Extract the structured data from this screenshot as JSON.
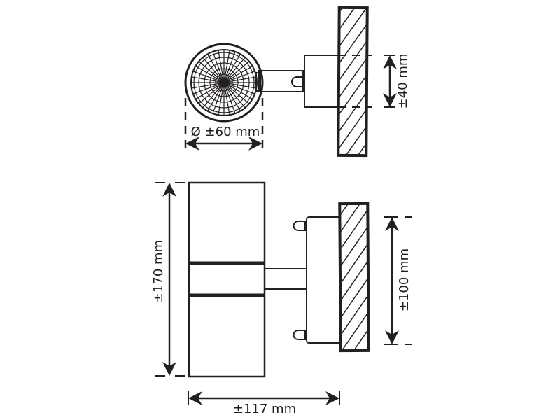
{
  "diagram": {
    "stroke_color": "#231f20",
    "background": "#ffffff",
    "top_view": {
      "diameter_label": "Ø ±60 mm",
      "bracket_height_label": "±40 mm"
    },
    "side_view": {
      "height_label": "±170 mm",
      "bracket_height_label": "±100 mm",
      "depth_label": "±117 mm"
    }
  }
}
